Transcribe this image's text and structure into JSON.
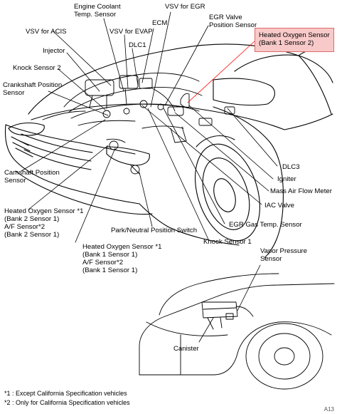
{
  "highlight_color": "#f8c9c9",
  "highlight_border": "#e06a6a",
  "line_color": "#000000",
  "labels": {
    "engine_coolant_temp_sensor": [
      "Engine Coolant",
      "Temp. Sensor"
    ],
    "vsv_for_egr": "VSV for EGR",
    "egr_valve_position_sensor": [
      "EGR Valve",
      "Position Sensor"
    ],
    "vsv_for_acis": "VSV for ACIS",
    "vsv_for_evap": "VSV for EVAP",
    "ecm": "ECM",
    "injector": "Injector",
    "dlc1": "DLC1",
    "knock_sensor_2": "Knock Sensor 2",
    "crankshaft_position_sensor": [
      "Crankshaft Position",
      "Sensor"
    ],
    "heated_oxygen_sensor_b1s2": [
      "Heated Oxygen Sensor",
      "(Bank 1 Sensor 2)"
    ],
    "dlc3": "DLC3",
    "igniter": "Igniter",
    "mass_air_flow_meter": "Mass Air Flow Meter",
    "iac_valve": "IAC Valve",
    "egr_gas_temp_sensor": "EGR Gas Temp. Sensor",
    "knock_sensor_1": "Knock Sensor 1",
    "park_neutral_switch": "Park/Neutral Position Switch",
    "camshaft_position_sensor": [
      "Camshaft Position",
      "Sensor"
    ],
    "heated_oxygen_sensor_b2s1": [
      "Heated Oxygen Sensor *1",
      "(Bank 2 Sensor 1)",
      "A/F Sensor*2",
      "(Bank 2 Sensor 1)"
    ],
    "heated_oxygen_sensor_b1s1": [
      "Heated Oxygen Sensor *1",
      "(Bank 1 Sensor 1)",
      "A/F Sensor*2",
      "(Bank 1 Sensor 1)"
    ],
    "vapor_pressure_sensor": [
      "Vapor Pressure",
      "Sensor"
    ],
    "canister": "Canister"
  },
  "footnotes": {
    "note1": "*1 : Except California Specification vehicles",
    "note2": "*2 : Only for California Specification vehicles"
  },
  "watermark": "A13"
}
